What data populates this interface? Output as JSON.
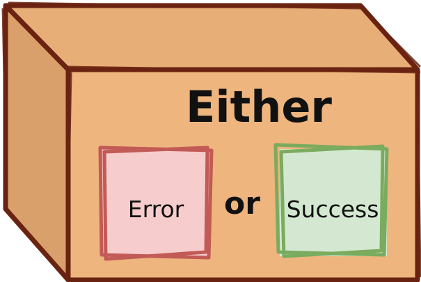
{
  "diagram": {
    "title": "Either",
    "left_box": {
      "label": "Error",
      "fill": "#f6cccc",
      "stroke": "#c25a56"
    },
    "connector": "or",
    "right_box": {
      "label": "Success",
      "fill": "#d4e8d1",
      "stroke": "#7aab5e"
    },
    "box_colors": {
      "top": "#e8ae78",
      "front": "#eeb57e",
      "side": "#d9a06b",
      "outline": "#6a2310"
    }
  }
}
